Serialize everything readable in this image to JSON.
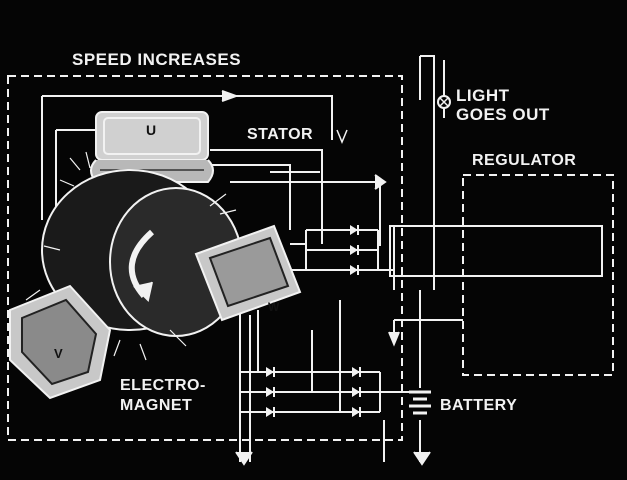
{
  "labels": {
    "speed": "SPEED  INCREASES",
    "light_line1": "LIGHT",
    "light_line2": "GOES OUT",
    "stator": "STATOR",
    "regulator": "REGULATOR",
    "electro_line1": "ELECTRO-",
    "electro_line2": "MAGNET",
    "battery": "BATTERY"
  },
  "coil_letters": {
    "u": "U",
    "v": "V",
    "w": "W"
  },
  "colors": {
    "background": "#050505",
    "ink": "#f2f2f2",
    "stator_body": "#d0d0d0"
  }
}
